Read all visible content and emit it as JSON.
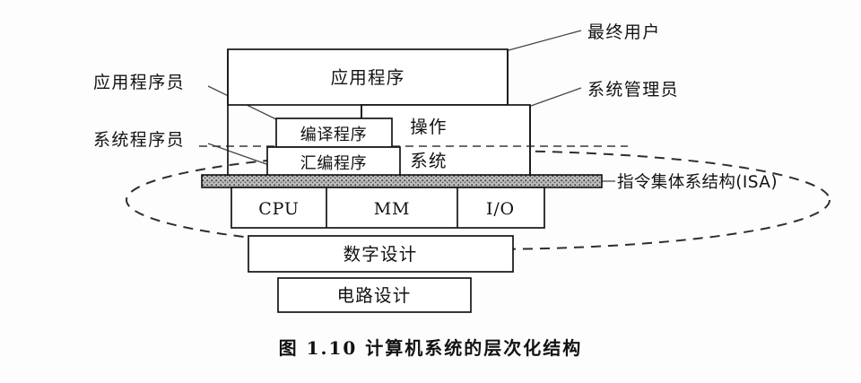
{
  "figure": {
    "caption": "图 1.10    计算机系统的层次化结构",
    "caption_number": "图 1.10",
    "caption_title": "计算机系统的层次化结构"
  },
  "layers": {
    "application": "应用程序",
    "compiler": "编译程序",
    "assembler": "汇编程序",
    "os_line1": "操作",
    "os_line2": "系统",
    "digital_design": "数字设计",
    "circuit_design": "电路设计"
  },
  "hardware": {
    "cpu": "CPU",
    "mm": "MM",
    "io": "I/O"
  },
  "annotations": {
    "end_user": "最终用户",
    "system_admin": "系统管理员",
    "application_programmer": "应用程序员",
    "system_programmer": "系统程序员",
    "isa": "指令集体系结构(ISA)"
  },
  "colors": {
    "ink": "#121212",
    "paper": "#fdfdfd",
    "isa_bar": "#9a9a9a",
    "leader": "#444444"
  }
}
